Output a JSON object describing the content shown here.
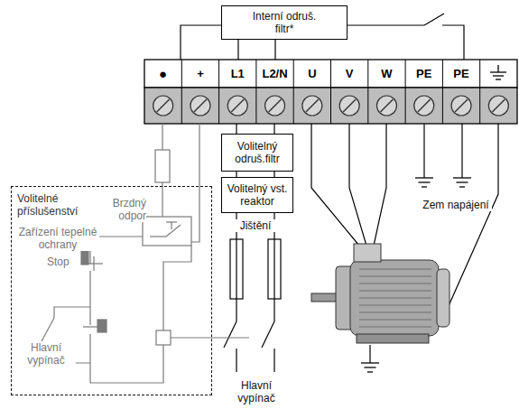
{
  "diagram": {
    "nodes": [
      {
        "text": [
          "Interní odruš. filtr*"
        ]
      },
      {
        "text": [
          "Volitelné příslušenství"
        ]
      },
      {
        "text": [
          "Volitelný odruš.filtr"
        ]
      },
      {
        "text": [
          "Volitelný vst. reaktor"
        ]
      }
    ],
    "edges": [
      {
        "from": 2,
        "to": 3,
        "arrow": "none"
      }
    ],
    "labels": [
      "●",
      "+",
      "L1",
      "L2/N",
      "U",
      "V",
      "W",
      "PE",
      "PE",
      "Brzdný odpor",
      "Zařízení tepelné ochrany",
      "Stop",
      "Hlavní vypínač",
      "Jištění",
      "Zem napájení",
      "Hlavní vypínač"
    ]
  }
}
